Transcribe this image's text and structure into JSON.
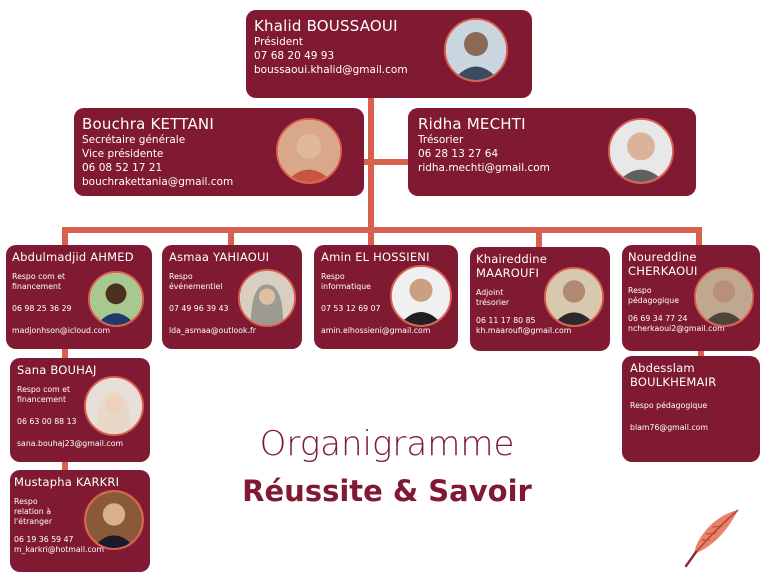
{
  "president": {
    "name_first": "Khalid",
    "name_last": "BOUSSAOUI",
    "role": "Président",
    "phone": "07 68 20 49 93",
    "email": "boussaoui.khalid@gmail.com"
  },
  "secretary": {
    "name": "Bouchra KETTANI",
    "role1": "Secrétaire générale",
    "role2": "Vice présidente",
    "phone": "06 08 52 17 21",
    "email": "bouchrakettania@gmail.com"
  },
  "treasurer": {
    "name": "Ridha MECHTI",
    "role": "Trésorier",
    "phone": "06 28 13 27 64",
    "email": "ridha.mechti@gmail.com"
  },
  "members": [
    {
      "name": "Abdulmadjid AHMED",
      "role1": "Respo com et",
      "role2": "financement",
      "phone": "06 98 25 36 29",
      "email": "madjonhson@icloud.com"
    },
    {
      "name": "Asmaa YAHIAOUI",
      "role1": "Respo",
      "role2": "événementiel",
      "phone": "07 49 96 39 43",
      "email": "lda_asmaa@outlook.fr"
    },
    {
      "name": "Amin EL HOSSIENI",
      "role1": "Respo",
      "role2": "informatique",
      "phone": "07 53 12 69 07",
      "email": "amin.elhossieni@gmail.com"
    },
    {
      "name_line1": "Khaireddine",
      "name_line2": "MAAROUFI",
      "role1": "Adjoint",
      "role2": "trésorier",
      "phone": "06 11 17 80 85",
      "email": "kh.maaroufi@gmail.com"
    },
    {
      "name_line1": "Noureddine",
      "name_line2": "CHERKAOUI",
      "role1": "Respo",
      "role2": "pédagogique",
      "phone": "06 69 34 77 24",
      "email": "ncherkaoui2@gmail.com"
    }
  ],
  "sub_members": [
    {
      "name": "Sana BOUHAJ",
      "role1": "Respo com et",
      "role2": "financement",
      "phone": "06 63 00 88 13",
      "email": "sana.bouhaj23@gmail.com"
    },
    {
      "name": "Mustapha KARKRI",
      "role1": "Respo",
      "role2": "relation à",
      "role3": "l'étranger",
      "phone": "06 19 36 59 47",
      "email": "m_karkri@hotmail.com"
    },
    {
      "name_line1": "Abdesslam",
      "name_line2": "BOULKHEMAIR",
      "role": "Respo pédagogique",
      "email": "blam76@gmail.com"
    }
  ],
  "title": {
    "line1": "Organigramme",
    "line2": "Réussite & Savoir"
  },
  "colors": {
    "card": "#801a33",
    "connector": "#d9604f",
    "title": "#801a33"
  },
  "icons": {
    "decoration": "feather-icon"
  }
}
